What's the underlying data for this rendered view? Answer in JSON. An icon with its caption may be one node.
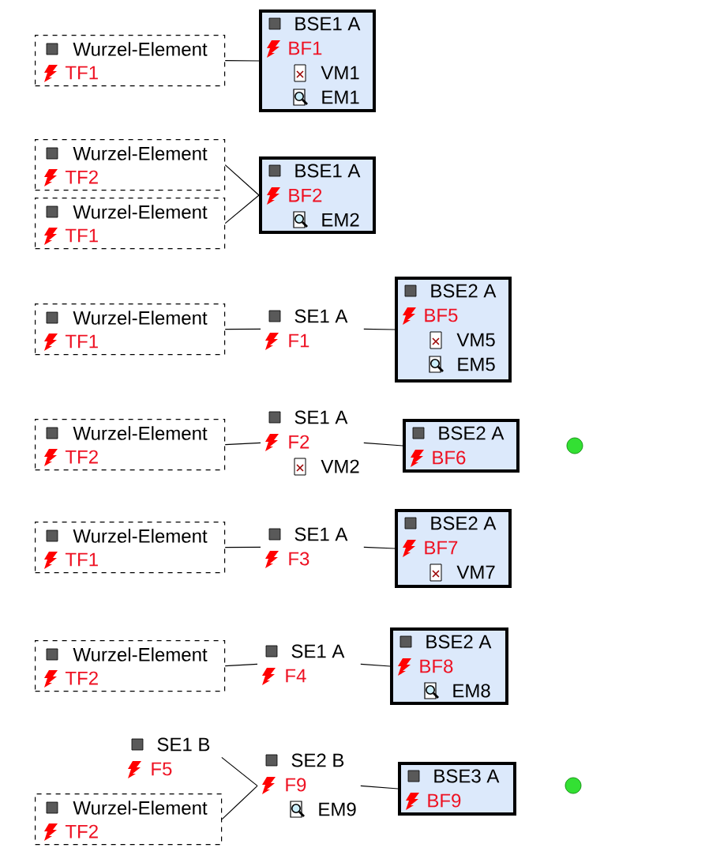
{
  "diagram": {
    "nodes": [
      {
        "text": [
          "Wurzel-Element",
          "TF1"
        ]
      },
      {
        "text": [
          "BSE1 A",
          "BF1",
          "VM1",
          "EM1"
        ]
      },
      {
        "text": [
          "Wurzel-Element",
          "TF2"
        ]
      },
      {
        "text": [
          "Wurzel-Element",
          "TF1"
        ]
      },
      {
        "text": [
          "BSE1 A",
          "BF2",
          "EM2"
        ]
      },
      {
        "text": [
          "Wurzel-Element",
          "TF1"
        ]
      },
      {
        "text": [
          "SE1 A",
          "F1"
        ]
      },
      {
        "text": [
          "BSE2 A",
          "BF5",
          "VM5",
          "EM5"
        ]
      },
      {
        "text": [
          "Wurzel-Element",
          "TF2"
        ]
      },
      {
        "text": [
          "SE1 A",
          "F2",
          "VM2"
        ]
      },
      {
        "text": [
          "BSE2 A",
          "BF6"
        ]
      },
      {
        "text": [],
        "shape": "circle"
      },
      {
        "text": [
          "Wurzel-Element",
          "TF1"
        ]
      },
      {
        "text": [
          "SE1 A",
          "F3"
        ]
      },
      {
        "text": [
          "BSE2 A",
          "BF7",
          "VM7"
        ]
      },
      {
        "text": [
          "Wurzel-Element",
          "TF2"
        ]
      },
      {
        "text": [
          "SE1 A",
          "F4"
        ]
      },
      {
        "text": [
          "BSE2 A",
          "BF8",
          "EM8"
        ]
      },
      {
        "text": [
          "SE1 B",
          "F5"
        ]
      },
      {
        "text": [
          "Wurzel-Element",
          "TF2"
        ]
      },
      {
        "text": [
          "SE2 B",
          "F9",
          "EM9"
        ]
      },
      {
        "text": [
          "BSE3 A",
          "BF9"
        ]
      },
      {
        "text": [],
        "shape": "circle"
      }
    ],
    "edges": [
      {
        "from": 0,
        "to": 1,
        "arrow": "none"
      },
      {
        "from": 2,
        "to": 4,
        "arrow": "none"
      },
      {
        "from": 3,
        "to": 4,
        "arrow": "none"
      },
      {
        "from": 5,
        "to": 6,
        "arrow": "none"
      },
      {
        "from": 6,
        "to": 7,
        "arrow": "none"
      },
      {
        "from": 8,
        "to": 9,
        "arrow": "none"
      },
      {
        "from": 9,
        "to": 10,
        "arrow": "none"
      },
      {
        "from": 12,
        "to": 13,
        "arrow": "none"
      },
      {
        "from": 13,
        "to": 14,
        "arrow": "none"
      },
      {
        "from": 15,
        "to": 16,
        "arrow": "none"
      },
      {
        "from": 16,
        "to": 17,
        "arrow": "none"
      },
      {
        "from": 18,
        "to": 20,
        "arrow": "none"
      },
      {
        "from": 19,
        "to": 20,
        "arrow": "none"
      },
      {
        "from": 20,
        "to": 21,
        "arrow": "none"
      }
    ]
  }
}
